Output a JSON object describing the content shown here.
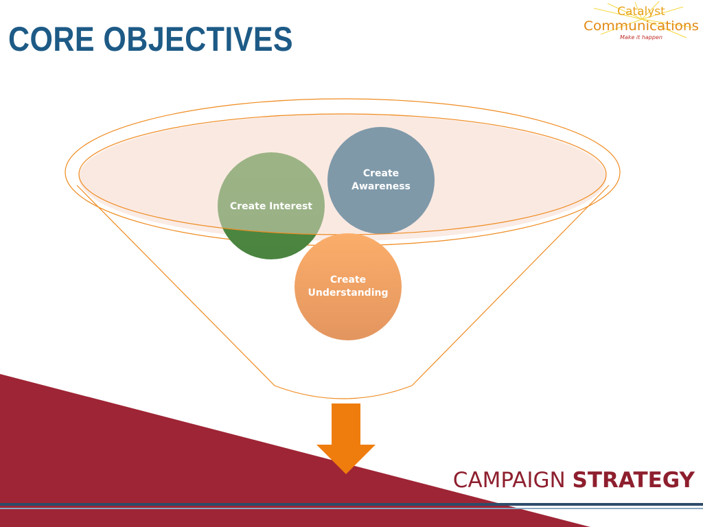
{
  "title": "CORE OBJECTIVES",
  "logo": {
    "line1": "Catalyst",
    "line2": "Communications",
    "tagline": "Make it happen"
  },
  "funnel": {
    "circles": [
      {
        "id": "awareness",
        "lines": [
          "Create",
          "Awareness"
        ],
        "color": "#1b5a80"
      },
      {
        "id": "interest",
        "lines": [
          "Create Interest"
        ],
        "color": "#4f8a3f"
      },
      {
        "id": "understanding",
        "lines": [
          "Create",
          "Understanding"
        ],
        "color": "#f0a160"
      }
    ]
  },
  "footer": {
    "label_normal": "CAMPAIGN ",
    "label_bold": "STRATEGY"
  },
  "colors": {
    "title": "#1d5a86",
    "footer_red": "#9e2535",
    "arrow": "#ef7d0e",
    "funnel_outline": "#ef8a1e"
  }
}
